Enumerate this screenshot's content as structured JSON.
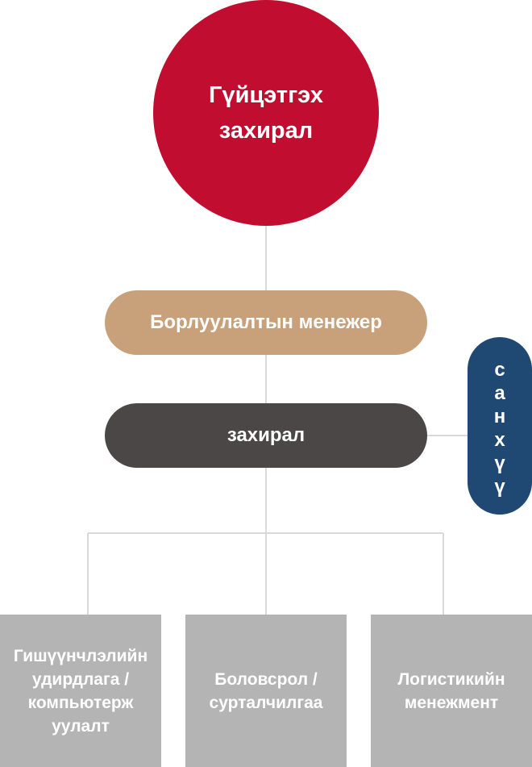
{
  "chart": {
    "ceo": {
      "label": "Гүйцэтгэх захирал",
      "color": "#c10e30"
    },
    "sales_manager": {
      "label": "Борлуулалтын менежер",
      "color": "#c8a07a"
    },
    "director": {
      "label": "захирал",
      "color": "#4b4746"
    },
    "fund": {
      "letters": [
        "с",
        "а",
        "н",
        "х",
        "ү",
        "ү"
      ],
      "color": "#1f4872"
    },
    "departments": [
      {
        "label": "Гишүүнчлэлийн удирдлага /компьютерж уулалт"
      },
      {
        "label": "Боловсрол /сурталчилгаа"
      },
      {
        "label": "Логистикийн менежмент"
      }
    ],
    "department_color": "#b4b4b4",
    "connector_color": "#d9d9d9"
  }
}
